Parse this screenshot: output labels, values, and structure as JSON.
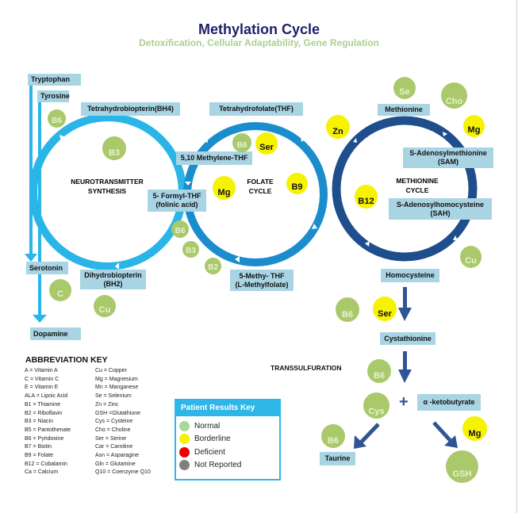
{
  "header": {
    "title": "Methylation Cycle",
    "subtitle": "Detoxification, Cellular Adaptability, Gene Regulation"
  },
  "colors": {
    "neurotransmitter_ring": "#29b5e8",
    "folate_ring": "#1b8ccc",
    "methionine_ring": "#1f4e8c",
    "transsulfuration_arrow": "#2f5597",
    "label_bg": "#a9d4e4",
    "normal": "#a9c96a",
    "borderline": "#f6f200",
    "deficient": "#ee0000",
    "not_reported": "#7f7f7f"
  },
  "cycles": {
    "neurotransmitter": {
      "name_line1": "NEUROTRANSMITTER",
      "name_line2": "SYNTHESIS"
    },
    "folate": {
      "name_line1": "FOLATE",
      "name_line2": "CYCLE"
    },
    "methionine": {
      "name_line1": "METHIONINE",
      "name_line2": "CYCLE"
    }
  },
  "labels": {
    "tryptophan": "Tryptophan",
    "tyrosine": "Tyrosine",
    "bh4": "Tetrahydrobiopterin(BH4)",
    "thf": "Tetrahydrofolate(THF)",
    "methylene_thf": "5,10 Methylene-THF",
    "formyl_thf_line1": "5- Formyl-THF",
    "formyl_thf_line2": "(folinic acid)",
    "serotonin": "Serotonin",
    "bh2_line1": "Dihydrobiopterin",
    "bh2_line2": "(BH2)",
    "methyl_thf_line1": "5-Methy- THF",
    "methyl_thf_line2": "(L-Methylfolate)",
    "dopamine": "Dopamine",
    "methionine": "Methionine",
    "sam_line1": "S-Adenosylmethionine",
    "sam_line2": "(SAM)",
    "sah_line1": "S-Adenosylhomocysteine",
    "sah_line2": "(SAH)",
    "homocysteine": "Homocysteine",
    "cystathionine": "Cystathionine",
    "transsulfuration": "TRANSSULFURATION",
    "plus": "+",
    "ketobutyrate": "α -ketobutyrate",
    "taurine": "Taurine"
  },
  "nutrients": [
    {
      "id": "b6-nt",
      "label": "B6",
      "status": "normal"
    },
    {
      "id": "b3-nt",
      "label": "B3",
      "status": "normal"
    },
    {
      "id": "b6-folate",
      "label": "B6",
      "status": "normal"
    },
    {
      "id": "ser-folate",
      "label": "Ser",
      "status": "borderline"
    },
    {
      "id": "mg-folate",
      "label": "Mg",
      "status": "borderline"
    },
    {
      "id": "b9-folate",
      "label": "B9",
      "status": "borderline"
    },
    {
      "id": "b6-mid",
      "label": "B6",
      "status": "normal"
    },
    {
      "id": "b3-mid",
      "label": "B3",
      "status": "normal"
    },
    {
      "id": "b2-mid",
      "label": "B2",
      "status": "normal"
    },
    {
      "id": "c-nt",
      "label": "C",
      "status": "normal"
    },
    {
      "id": "cu-nt",
      "label": "Cu",
      "status": "normal"
    },
    {
      "id": "se-met",
      "label": "Se",
      "status": "normal"
    },
    {
      "id": "cho-met",
      "label": "Cho",
      "status": "normal"
    },
    {
      "id": "zn-met",
      "label": "Zn",
      "status": "borderline"
    },
    {
      "id": "mg-met",
      "label": "Mg",
      "status": "borderline"
    },
    {
      "id": "b12-met",
      "label": "B12",
      "status": "borderline"
    },
    {
      "id": "cu-met",
      "label": "Cu",
      "status": "normal"
    },
    {
      "id": "b6-hcy",
      "label": "B6",
      "status": "normal"
    },
    {
      "id": "ser-hcy",
      "label": "Ser",
      "status": "borderline"
    },
    {
      "id": "b6-trans",
      "label": "B6",
      "status": "normal"
    },
    {
      "id": "cys-trans",
      "label": "Cys",
      "status": "normal"
    },
    {
      "id": "b6-taurine",
      "label": "B6",
      "status": "normal"
    },
    {
      "id": "mg-gsh",
      "label": "Mg",
      "status": "borderline"
    },
    {
      "id": "gsh",
      "label": "GSH",
      "status": "normal"
    }
  ],
  "abbreviation_key": {
    "title": "ABBREVIATION KEY",
    "left": [
      "A = Vitamin A",
      "C = Vitamin C",
      "E = Vitamin E",
      "ALA = Lipoic Acid",
      "B1 = Thiamine",
      "B2 = Riboflavin",
      "B3 = Niacin",
      "B5 = Pantothenate",
      "B6 = Pyridoxine",
      "B7 = Biotin",
      "B9 = Folate",
      "B12 = Cobalamin",
      "Ca = Calcium"
    ],
    "right": [
      "Cu = Copper",
      "Mg = Magnesium",
      "Mn = Manganese",
      "Se = Selenium",
      "Zn = Zinc",
      "GSH =Glutathione",
      "Cys = Cysteine",
      "Cho = Choline",
      "Ser = Serine",
      "Car = Carnitine",
      "Asn = Asparagine",
      "Gln = Glutamine",
      "Q10 = Coenzyme Q10"
    ]
  },
  "patient_results_key": {
    "title": "Patient Results Key",
    "items": [
      {
        "label": "Normal",
        "color": "#a9d99a"
      },
      {
        "label": "Borderline",
        "color": "#f6f200"
      },
      {
        "label": "Deficient",
        "color": "#ee0000"
      },
      {
        "label": "Not Reported",
        "color": "#7f7f7f"
      }
    ]
  }
}
